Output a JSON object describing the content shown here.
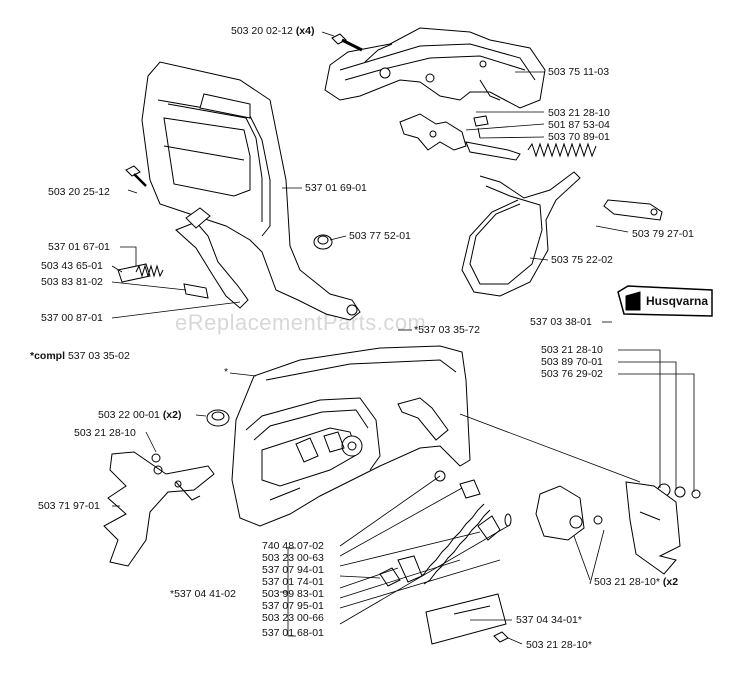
{
  "watermark": "eReplacementParts.com",
  "brand": "Husqvarna",
  "labels": {
    "l01": "503 20 02-12",
    "l01x": "(x4)",
    "l02": "503 75 11-03",
    "l03": "503 21 28-10",
    "l04": "501 87 53-04",
    "l05": "503 70 89-01",
    "l06": "503 20 25-12",
    "l07": "537 01 69-01",
    "l08": "503 79 27-01",
    "l09": "503 77 52-01",
    "l10": "503 75 22-02",
    "l11": "537 01 67-01",
    "l12": "503 43 65-01",
    "l13": "503 83 81-02",
    "l14": "537 00 87-01",
    "l15": "537 03 38-01",
    "l16": "*537 03 35-72",
    "l17": "503 21 28-10",
    "l18": "503 89 70-01",
    "l19": "503 76 29-02",
    "l20a": "*compl",
    "l20b": "537 03 35-02",
    "l21": "503 22 00-01",
    "l21x": "(x2)",
    "l22": "503 21 28-10",
    "l23": "503 71 97-01",
    "l24": "740 48 07-02",
    "l25": "503 23 00-63",
    "l26": "537 07 94-01",
    "l27": "537 01 74-01",
    "l28": "*537 04 41-02",
    "l29": "503 99 83-01",
    "l30": "537 07 95-01",
    "l31": "503 23 00-66",
    "l32": "537 01 68-01",
    "l33": "503 21 28-10*",
    "l33x": "(x2",
    "l34": "537 04 34-01*",
    "l35": "503 21 28-10*",
    "star": "*"
  }
}
